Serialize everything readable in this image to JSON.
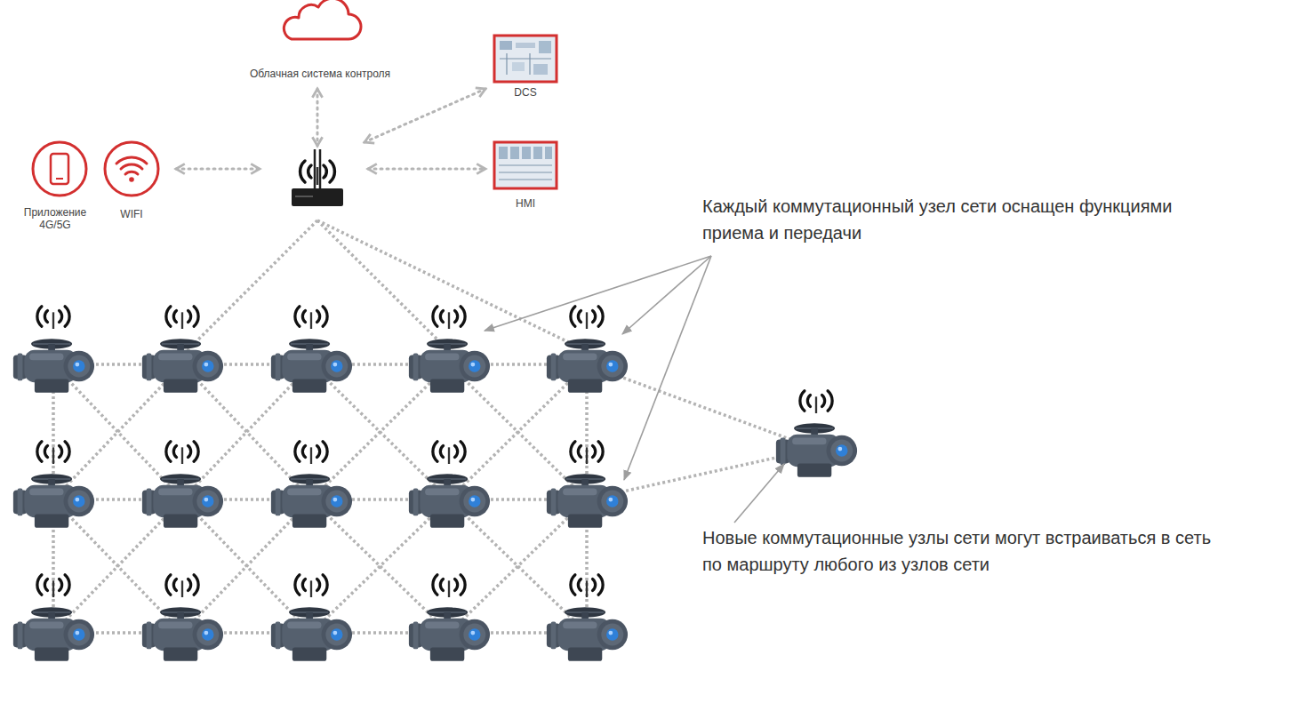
{
  "diagram": {
    "nodes": [
      {
        "text": [
          "Облачная система контроля"
        ]
      },
      {
        "text": [
          "DCS"
        ]
      },
      {
        "text": [
          "Приложение 4G/5G"
        ]
      },
      {
        "text": [
          "WIFI"
        ]
      },
      {
        "text": [
          "HMI"
        ]
      }
    ],
    "labels": [
      "Каждый коммутационный узел сети оснащен функциями приема и передачи",
      "Новые коммутационные узлы сети могут встраиваться в сеть по маршруту любого из узлов сети"
    ]
  }
}
